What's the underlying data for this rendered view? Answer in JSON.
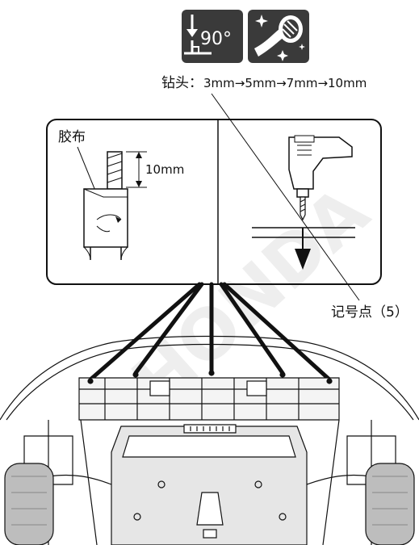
{
  "icons": {
    "angle_icon": {
      "name": "perpendicular-drill-90-icon",
      "text": "90°",
      "bg": "#3a3a3a",
      "fg": "#ffffff"
    },
    "sealant_icon": {
      "name": "sealant-applicator-icon",
      "bg": "#3a3a3a",
      "fg": "#ffffff"
    }
  },
  "drill": {
    "label": "钻头：",
    "sequence": "3mm→5mm→7mm→10mm"
  },
  "detail_left": {
    "tape_label": "胶布",
    "dimension_label": "10mm"
  },
  "callout": {
    "label": "记号点（5）"
  },
  "watermark": "HONDA",
  "colors": {
    "line": "#111111",
    "panel_border": "#111111",
    "undercover_fill": "#e6e6e6",
    "tire_fill": "#bdbdbd",
    "watermark": "#eeeeee"
  }
}
